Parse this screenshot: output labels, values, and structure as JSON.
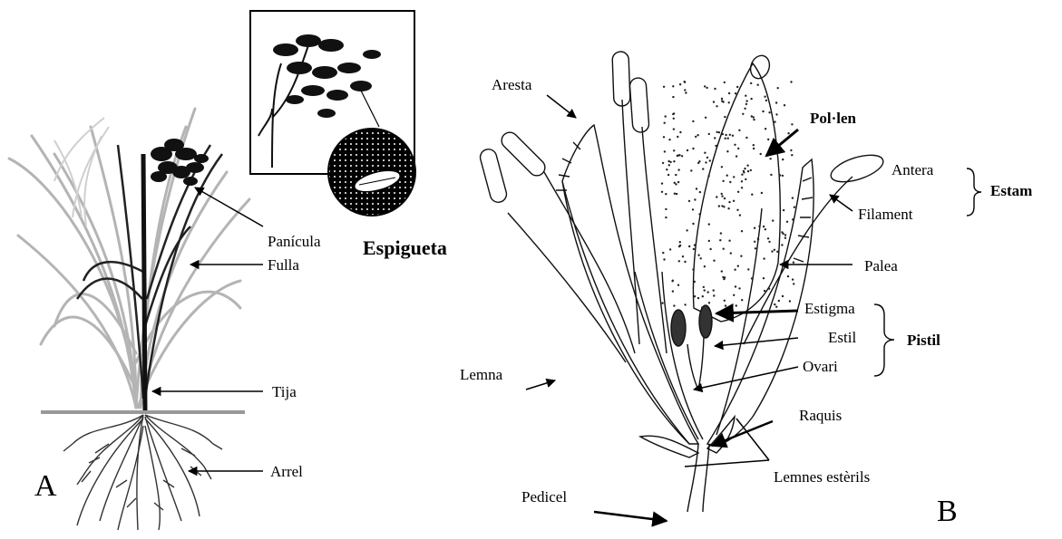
{
  "panel_a": {
    "label": "A",
    "labels": {
      "panicula": "Panícula",
      "fulla": "Fulla",
      "tija": "Tija",
      "arrel": "Arrel",
      "espigueta": "Espigueta"
    }
  },
  "panel_b": {
    "label": "B",
    "labels": {
      "aresta": "Aresta",
      "pollen": "Pol·len",
      "antera": "Antera",
      "filament": "Filament",
      "estam": "Estam",
      "palea": "Palea",
      "estigma": "Estigma",
      "estil": "Estil",
      "ovari": "Ovari",
      "pistil": "Pistil",
      "lemna": "Lemna",
      "raquis": "Raquis",
      "lemnes_esterils": "Lemnes estèrils",
      "pedicel": "Pedicel"
    }
  }
}
